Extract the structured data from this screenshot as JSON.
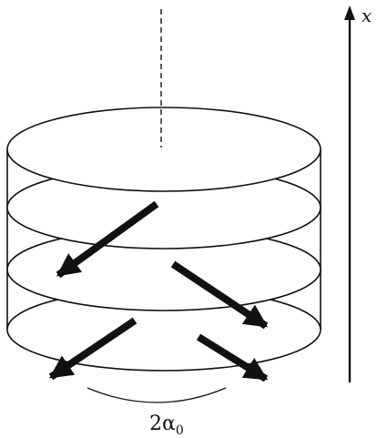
{
  "figure": {
    "axis_label": "x",
    "angle_label": {
      "main": "2α",
      "subscript": "0"
    },
    "colors": {
      "stroke": "#111111",
      "fill": "#ffffff"
    },
    "layers": 4,
    "arrow_style": "thick black arrows on layers, alternating directions (helical/twisted structure)"
  }
}
